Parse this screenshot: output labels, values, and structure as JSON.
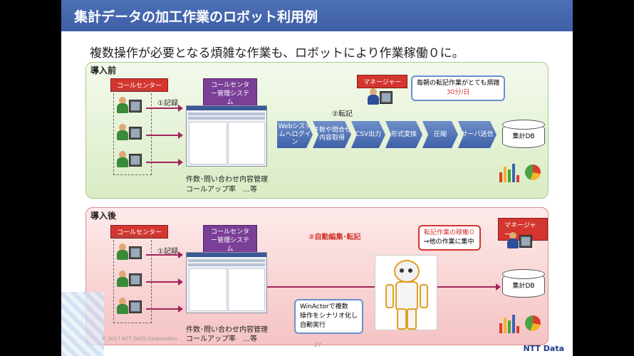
{
  "slide": {
    "title": "集計データの加工作業のロボット利用例",
    "subtitle": "複数操作が必要となる煩雑な作業も、ロボットにより作業稼働０に。",
    "footer": "© 2017 NTT DATA Corporation",
    "page_number": "27",
    "logo": "NTT Data"
  },
  "before": {
    "label": "導入前",
    "callcenter_tag": "コールセンター",
    "system_tag": "コールセンター管理システム",
    "record_label": "①記録",
    "transfer_label": "②転記",
    "manager_tag": "マネージャー",
    "callout_line1": "毎朝の転記作業がとても煩雑",
    "callout_line2": "30分/日",
    "data_label1": "件数･問い合わせ内容管理",
    "data_label2": "コールアップ率　…等",
    "steps": [
      "Webシステムへログイン",
      "件数や問合せ内容取得",
      "CSV出力",
      "形式変換",
      "圧縮",
      "サーバ送信"
    ],
    "db_label": "集計DB"
  },
  "after": {
    "label": "導入後",
    "callcenter_tag": "コールセンター",
    "system_tag": "コールセンター管理システム",
    "record_label": "①記録",
    "auto_label": "②自動編集･転記",
    "manager_tag": "マネージャー",
    "callout_line1": "転記作業の稼働０",
    "callout_line2": "⇒他の作業に集中",
    "robot_callout_line1": "WinActorで複数",
    "robot_callout_line2": "操作をシナリオ化し",
    "robot_callout_line3": "自動実行",
    "data_label1": "件数･問い合わせ内容管理",
    "data_label2": "コールアップ率　…等",
    "db_label": "集計DB"
  },
  "colors": {
    "title_bar": "#4c6fb6",
    "accent_red": "#d3362f",
    "step_blue": "#3d60a8",
    "arrow": "#a0255a"
  }
}
